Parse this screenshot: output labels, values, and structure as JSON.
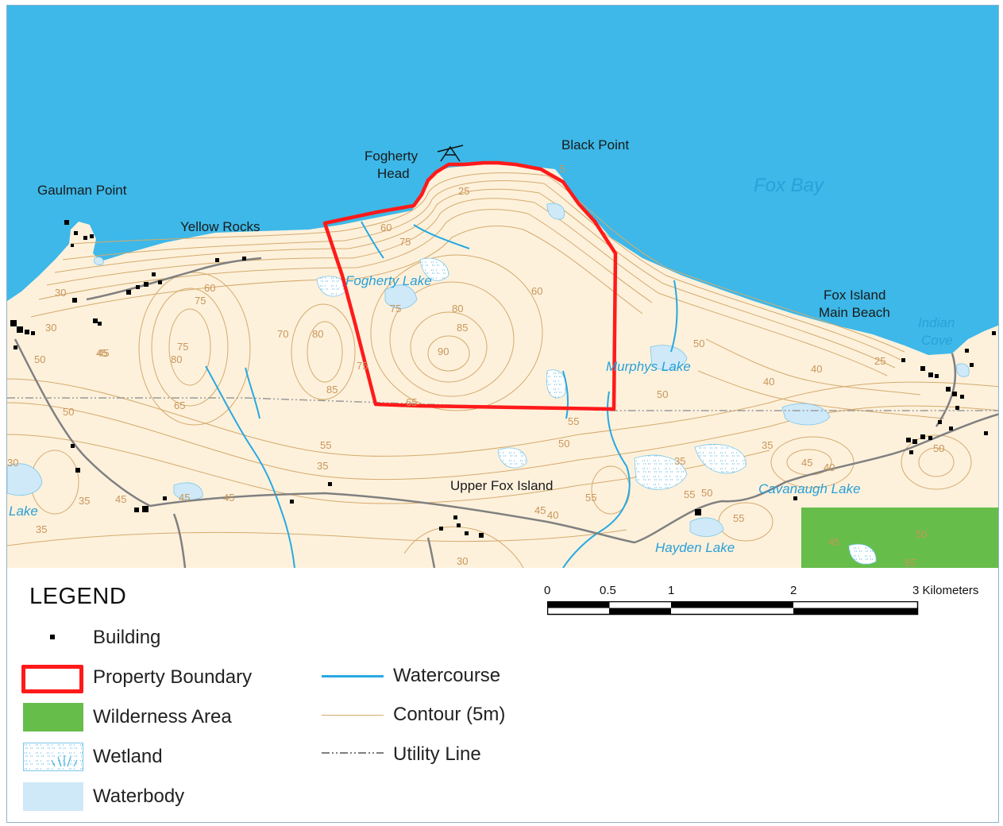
{
  "colors": {
    "sea": "#3db8e8",
    "land": "#fdf1dc",
    "contour": "#d5aa6c",
    "contour_text": "#c8965a",
    "boundary": "#ff1a1a",
    "watercourse": "#27a9e1",
    "waterbody": "#cfe9f8",
    "wilderness": "#66bd4a",
    "road": "#808080",
    "building": "#000000",
    "water_label": "#2aa0d8"
  },
  "labels": {
    "fogherty_head": [
      "Fogherty",
      "Head"
    ],
    "black_point": "Black Point",
    "fox_bay": "Fox Bay",
    "gaulman_point": "Gaulman Point",
    "yellow_rocks": "Yellow Rocks",
    "fogherty_lake": "Fogherty Lake",
    "fox_island_main_beach": [
      "Fox Island",
      "Main Beach"
    ],
    "indian_cove": [
      "Indian",
      "Cove"
    ],
    "murphys_lake": "Murphys Lake",
    "upper_fox_island": "Upper Fox Island",
    "cavanaugh_lake": "Cavanaugh Lake",
    "hayden_lake": "Hayden Lake",
    "lake": "Lake"
  },
  "contour_values": [
    "25",
    "5",
    "60",
    "75",
    "60",
    "75",
    "90",
    "85",
    "80",
    "60",
    "75",
    "70",
    "80",
    "45",
    "80",
    "75",
    "65",
    "85",
    "65",
    "55",
    "35",
    "45",
    "45",
    "50",
    "55",
    "40",
    "50",
    "40",
    "25",
    "50",
    "55",
    "35",
    "50",
    "45",
    "40",
    "30",
    "45",
    "35",
    "30",
    "50",
    "35",
    "45",
    "50",
    "55",
    "55",
    "45",
    "45",
    "50",
    "65",
    "30",
    "40",
    "30",
    "75",
    "50",
    "35"
  ],
  "legend": {
    "title": "LEGEND",
    "items": {
      "building": "Building",
      "property_boundary": "Property Boundary",
      "wilderness_area": "Wilderness Area",
      "wetland": "Wetland",
      "waterbody": "Waterbody",
      "watercourse": "Watercourse",
      "contour": "Contour (5m)",
      "utility_line": "Utility Line"
    }
  },
  "scale_bar": {
    "ticks": [
      "0",
      "0.5",
      "1",
      "2",
      "3 Kilometers"
    ]
  }
}
